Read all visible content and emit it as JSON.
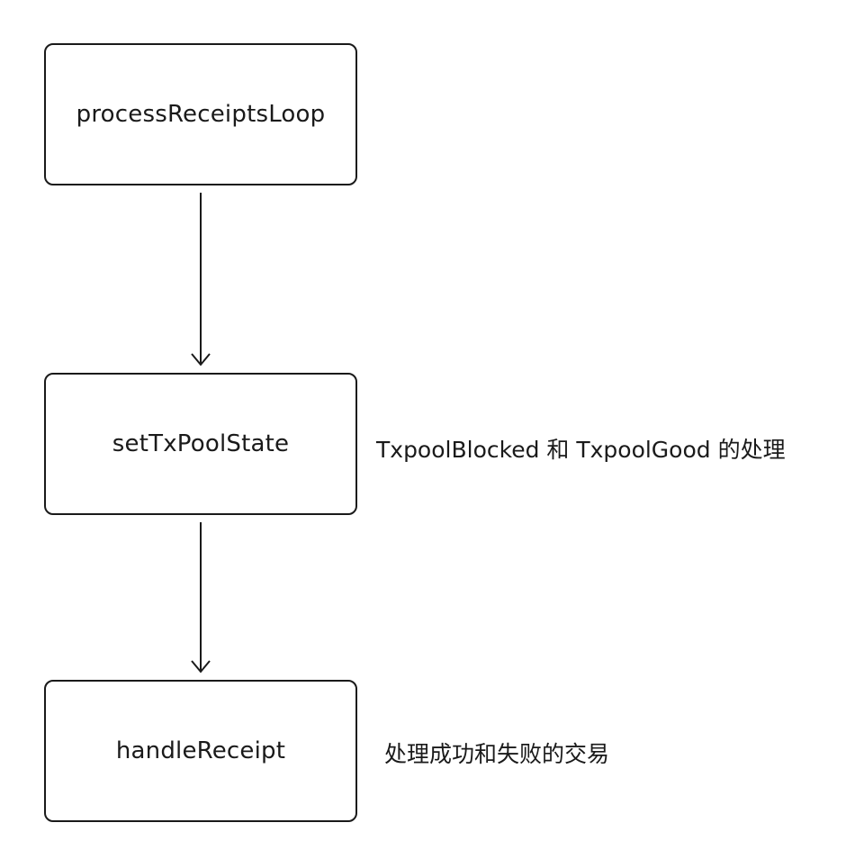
{
  "nodes": [
    {
      "label": "processReceiptsLoop"
    },
    {
      "label": "setTxPoolState",
      "note": "TxpoolBlocked 和  TxpoolGood 的处理"
    },
    {
      "label": "handleReceipt",
      "note": "处理成功和失败的交易"
    }
  ],
  "colors": {
    "stroke": "#1a1a1a",
    "background": "#ffffff"
  }
}
